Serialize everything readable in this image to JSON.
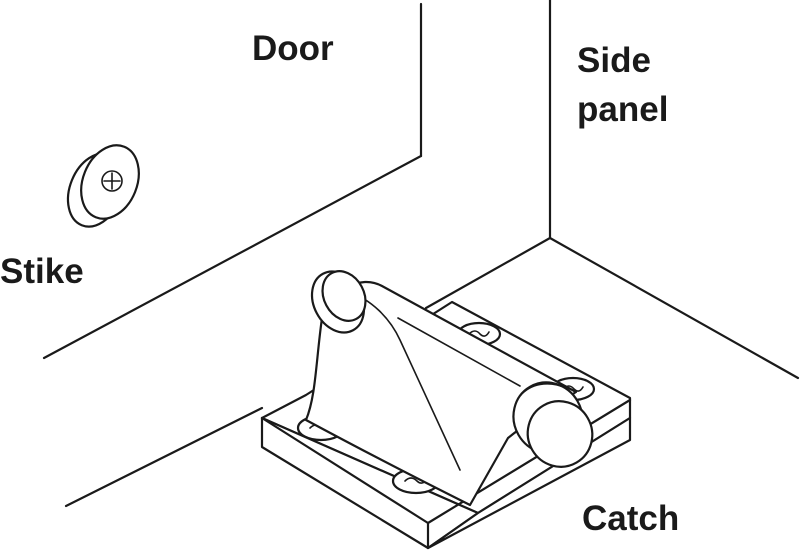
{
  "labels": {
    "door": "Door",
    "side_panel_line1": "Side",
    "side_panel_line2": "panel",
    "stike": "Stike",
    "catch": "Catch"
  },
  "colors": {
    "background": "#ffffff",
    "ink": "#1a1a1a"
  }
}
